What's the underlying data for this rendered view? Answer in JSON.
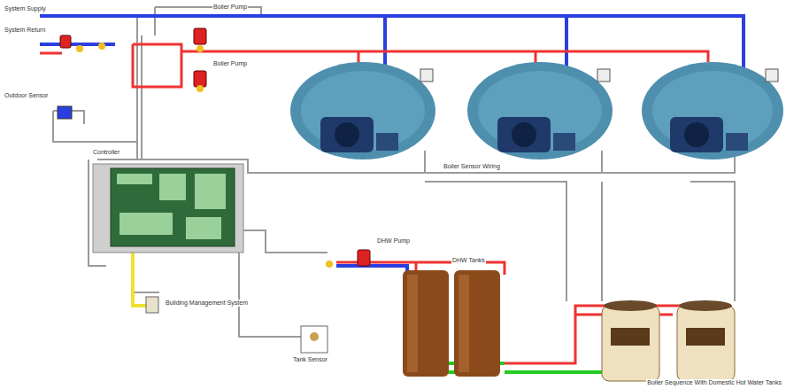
{
  "diagram": {
    "caption": "Boiler Sequence With Domestic Hot Water Tanks",
    "labels": [
      "System Supply",
      "System Return",
      "Outdoor Sensor",
      "Boiler Pump",
      "Boiler Pump",
      "Controller",
      "Boiler Sensor Wiring",
      "DHW Pump",
      "DHW Tanks",
      "Building Management System",
      "Tank Sensor"
    ]
  }
}
